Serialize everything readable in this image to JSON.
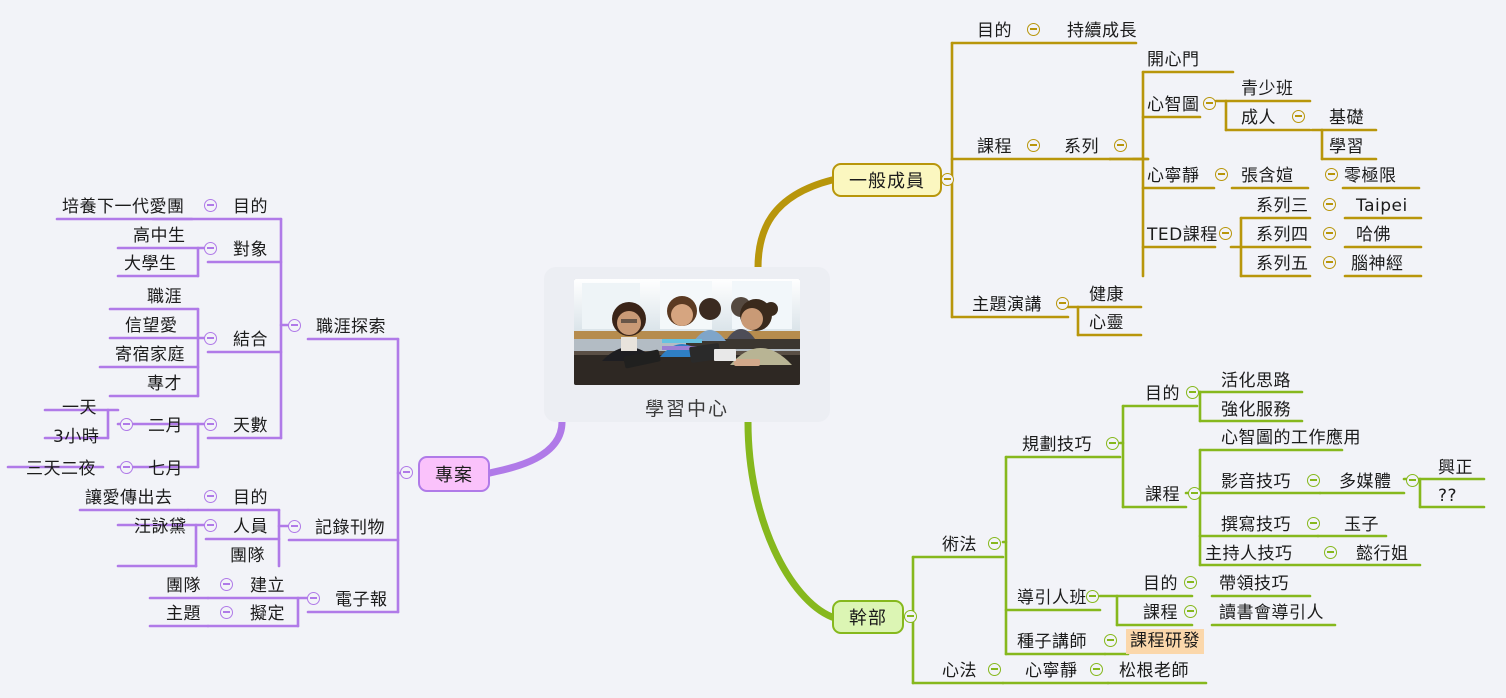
{
  "root": {
    "label": "學習中心",
    "photo_alt": "group-of-people-at-table-with-tablets"
  },
  "colors": {
    "background": "#f2f3f8",
    "branch_yellow": "#b8960b",
    "branch_purple": "#b07ae8",
    "branch_green": "#86b81d",
    "pill_yellow_fill": "#fbf7c0",
    "pill_purple_fill": "#fac2fb",
    "pill_green_fill": "#dcf5b4",
    "highlight_orange": "#fbd7ab",
    "text": "#1b1b1b"
  },
  "branches": {
    "general_member": {
      "label": "一般成員"
    },
    "project": {
      "label": "專案"
    },
    "cadre": {
      "label": "幹部"
    }
  },
  "nodes": {
    "gm_purpose": "目的",
    "gm_purpose_child": "持續成長",
    "gm_course": "課程",
    "gm_series": "系列",
    "gm_kaixinmen": "開心門",
    "gm_mindmap": "心智圖",
    "gm_youth": "青少班",
    "gm_adult": "成人",
    "gm_basic": "基礎",
    "gm_learn": "學習",
    "gm_xinningjing": "心寧靜",
    "gm_zhanghanxuan": "張含媗",
    "gm_lingjixian": "零極限",
    "gm_ted": "TED課程",
    "gm_series3": "系列三",
    "gm_taipei": "Taipei",
    "gm_series4": "系列四",
    "gm_harvard": "哈佛",
    "gm_series5": "系列五",
    "gm_brain": "腦神經",
    "gm_keynote": "主題演講",
    "gm_health": "健康",
    "gm_spirit": "心靈",
    "pj_career": "職涯探索",
    "pj_purpose": "目的",
    "pj_purpose_child": "培養下一代愛團",
    "pj_target": "對象",
    "pj_highschool": "高中生",
    "pj_college": "大學生",
    "pj_combine": "結合",
    "pj_career_word": "職涯",
    "pj_faith": "信望愛",
    "pj_homestay": "寄宿家庭",
    "pj_talent": "專才",
    "pj_days": "天數",
    "pj_feb": "二月",
    "pj_oneday": "一天",
    "pj_3hours": "3小時",
    "pj_jul": "七月",
    "pj_3d2n": "三天二夜",
    "pj_record": "記錄刊物",
    "pj_rec_purpose": "目的",
    "pj_rec_purpose_child": "讓愛傳出去",
    "pj_rec_people": "人員",
    "pj_wangyongdai": "汪詠黛",
    "pj_team_child": "團隊",
    "pj_enews": "電子報",
    "pj_build": "建立",
    "pj_team": "團隊",
    "pj_draft": "擬定",
    "pj_topic": "主題",
    "cd_shufa": "術法",
    "cd_planning": "規劃技巧",
    "cd_plan_purpose": "目的",
    "cd_activate": "活化思路",
    "cd_strengthen": "強化服務",
    "cd_plan_course": "課程",
    "cd_mindmap_work": "心智圖的工作應用",
    "cd_av": "影音技巧",
    "cd_multimedia": "多媒體",
    "cd_xingzheng": "興正",
    "cd_unknown": "??",
    "cd_writing": "撰寫技巧",
    "cd_yuzi": "玉子",
    "cd_host": "主持人技巧",
    "cd_yixingjie": "懿行姐",
    "cd_guide": "導引人班",
    "cd_guide_purpose": "目的",
    "cd_lead_skill": "帶領技巧",
    "cd_guide_course": "課程",
    "cd_bookclub": "讀書會導引人",
    "cd_seed": "種子講師",
    "cd_curriculum_rd": "課程研發",
    "cd_xinfa": "心法",
    "cd_xinningjing": "心寧靜",
    "cd_songgen": "松根老師"
  }
}
